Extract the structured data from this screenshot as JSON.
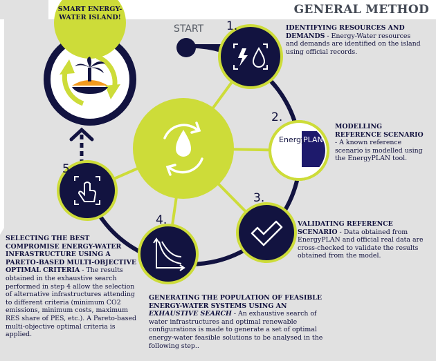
{
  "title": "GENERAL METHOD",
  "start_label": "START",
  "island_label": "SMART ENERGY-WATER ISLAND!",
  "colors": {
    "navy": "#121340",
    "lime": "#cddc39",
    "gray": "#e1e1e1",
    "title_gray": "#444a55"
  },
  "energyplan_logo": {
    "part1": "Energy",
    "part2": "PLAN"
  },
  "steps": [
    {
      "number": "1.",
      "icon": "energy-water-icon",
      "heading": "IDENTIFYING RESOURCES AND DEMANDS",
      "body": " - Energy-Water resources and demands are identified on the island using official records."
    },
    {
      "number": "2.",
      "icon": "energyplan-logo",
      "heading": "MODELLING REFERENCE SCENARIO",
      "body": " - A known reference scenario is modelled using the EnergyPLAN tool."
    },
    {
      "number": "3.",
      "icon": "checkmark-icon",
      "heading": "VALIDATING REFERENCE SCENARIO",
      "body": " - Data obtained from EnergyPLAN and official real data are cross-checked to validate the results obtained from the model."
    },
    {
      "number": "4.",
      "icon": "pareto-curve-icon",
      "heading": "GENERATING THE POPULATION OF FEASIBLE ENERGY-WATER SYSTEMS USING AN ",
      "heading_italic": "EXHAUSTIVE SEARCH",
      "body": " - An exhaustive search of water infrastructures and optimal renewable configurations is made to generate a set of optimal energy-water feasible solutions to be analysed in the following step.."
    },
    {
      "number": "5.",
      "icon": "touch-select-icon",
      "heading": "SELECTING THE BEST COMPROMISE ENERGY-WATER INFRASTRUCTURE USING A PARETO-BASED MULTI-OBJECTIVE OPTIMAL CRITERIA",
      "body": " - The results obtained in the exhaustive search performed in step 4 allow the selection of alternative infrastructures attending to different criteria (minimum CO2 emissions, minimum costs, maximum RES share of PES, etc.). A Pareto-based multi-objective optimal criteria is applied."
    }
  ]
}
